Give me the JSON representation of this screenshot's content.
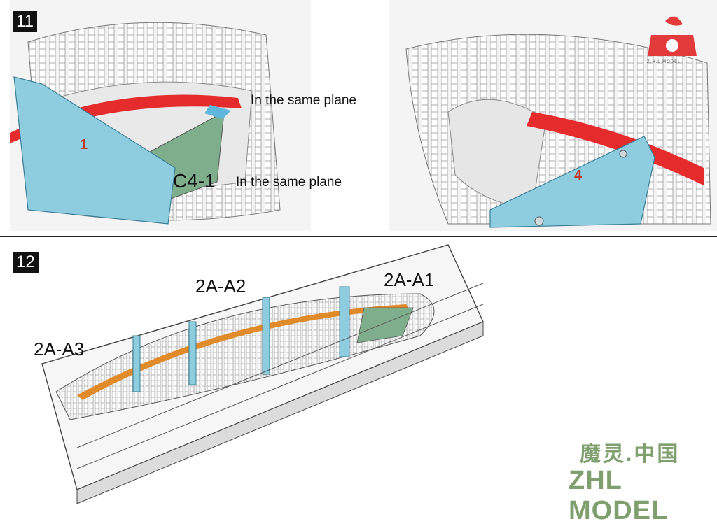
{
  "steps": [
    {
      "number": "11"
    },
    {
      "number": "12"
    }
  ],
  "step11": {
    "label_plane_top": "In the same plane",
    "label_part": "C4-1",
    "label_plane_bottom": "In the same plane",
    "bulkhead_left_number": "1",
    "bulkhead_right_number": "4"
  },
  "step12": {
    "label_a1": "2A-A1",
    "label_a2": "2A-A2",
    "label_a3": "2A-A3"
  },
  "branding": {
    "logo_caption": "Z.H.L MODEL",
    "chinese_name": "魔灵.中国",
    "english_name": "ZHL MODEL"
  },
  "colors": {
    "bulkhead_blue": "#8ecde0",
    "ribband_red": "#e52b2b",
    "ribband_orange": "#e08a2a",
    "keel_green": "#7fae8c",
    "brand_green": "#7fa06e",
    "logo_red": "#e33b3b"
  }
}
